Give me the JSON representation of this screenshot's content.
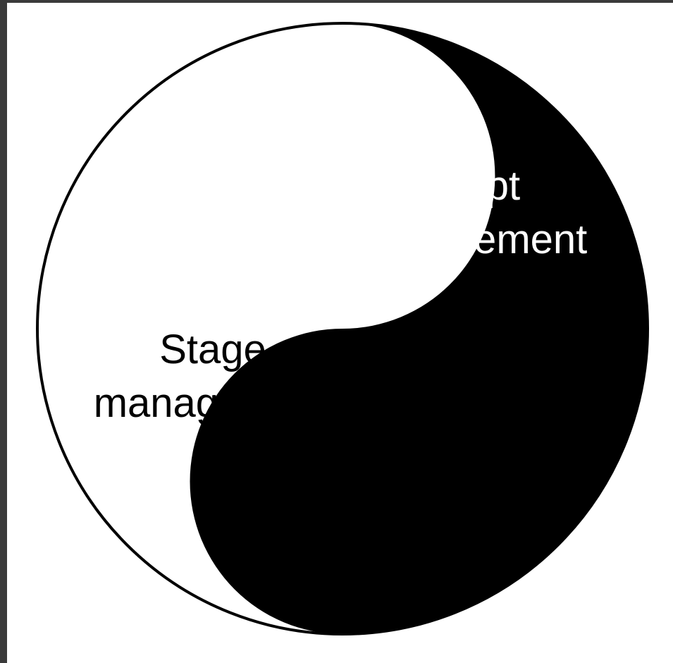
{
  "diagram": {
    "colors": {
      "dark": "#000000",
      "light": "#ffffff",
      "frame_edge": "#3a3a3a"
    },
    "script_label": {
      "line1": "Script",
      "line2": "management"
    },
    "stage_label": {
      "line1": "Stage",
      "line2": "management"
    }
  }
}
